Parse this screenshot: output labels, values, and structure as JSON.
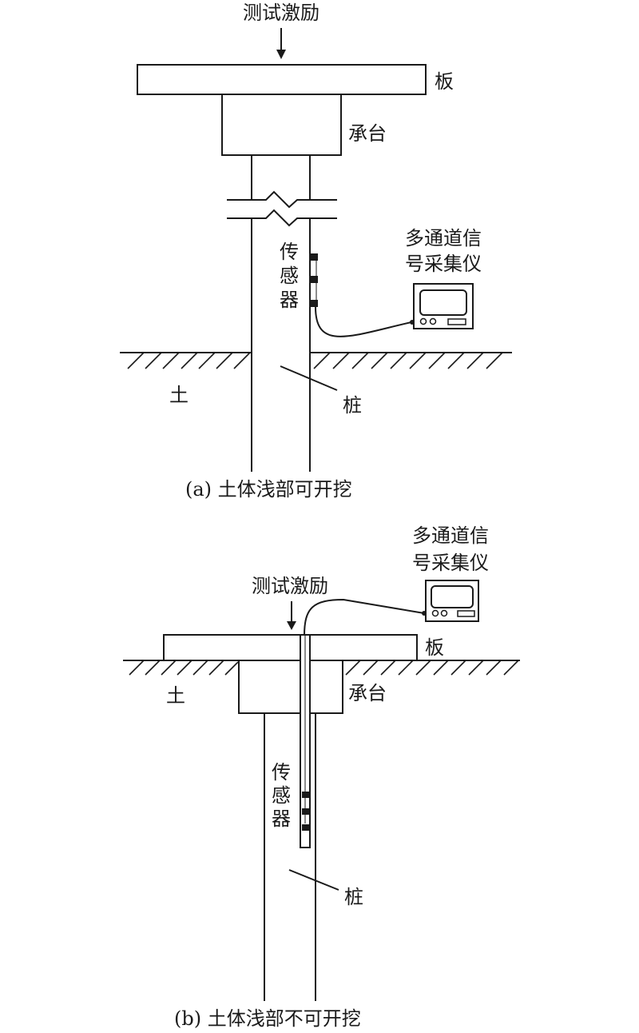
{
  "figure_a": {
    "excitation_label": "测试激励",
    "slab_label": "板",
    "cap_label": "承台",
    "sensor_label": [
      "传",
      "感",
      "器"
    ],
    "instrument_label_line1": "多通道信",
    "instrument_label_line2": "号采集仪",
    "soil_label": "土",
    "pile_label": "桩",
    "caption": "(a) 土体浅部可开挖"
  },
  "figure_b": {
    "excitation_label": "测试激励",
    "slab_label": "板",
    "cap_label": "承台",
    "sensor_label": [
      "传",
      "感",
      "器"
    ],
    "instrument_label_line1": "多通道信",
    "instrument_label_line2": "号采集仪",
    "soil_label": "土",
    "pile_label": "桩",
    "caption": "(b) 土体浅部不可开挖"
  }
}
